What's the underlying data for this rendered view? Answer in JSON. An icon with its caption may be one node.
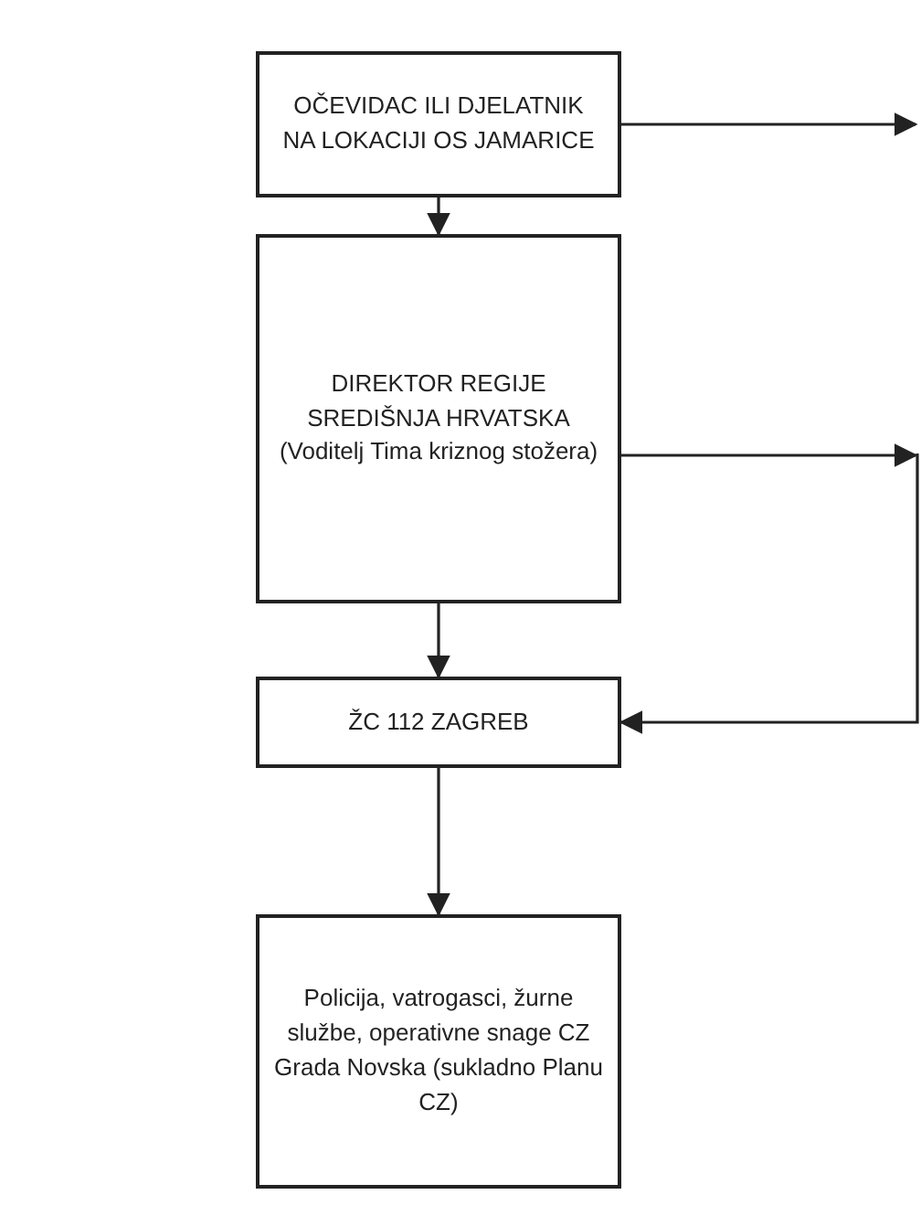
{
  "diagram": {
    "nodes": [
      {
        "text": [
          "OČEVIDAC ILI DJELATNIK NA LOKACIJI OS JAMARICE"
        ]
      },
      {
        "text": [
          "DIREKTOR REGIJE SREDIŠNJA HRVATSKA (Voditelj Tima kriznog stožera)"
        ]
      },
      {
        "text": [
          "ŽC 112 ZAGREB"
        ]
      },
      {
        "text": [
          "Policija, vatrogasci, žurne službe, operativne snage CZ Grada Novska (sukladno Planu CZ)"
        ]
      }
    ],
    "edges": [
      {
        "from": 0,
        "to": null,
        "arrow": "to"
      },
      {
        "from": 0,
        "to": 1,
        "arrow": "to"
      },
      {
        "from": 1,
        "to": null,
        "arrow": "to"
      },
      {
        "from": null,
        "to": 2,
        "arrow": "to"
      },
      {
        "from": 1,
        "to": 2,
        "arrow": "to"
      },
      {
        "from": 2,
        "to": 3,
        "arrow": "to"
      }
    ]
  }
}
